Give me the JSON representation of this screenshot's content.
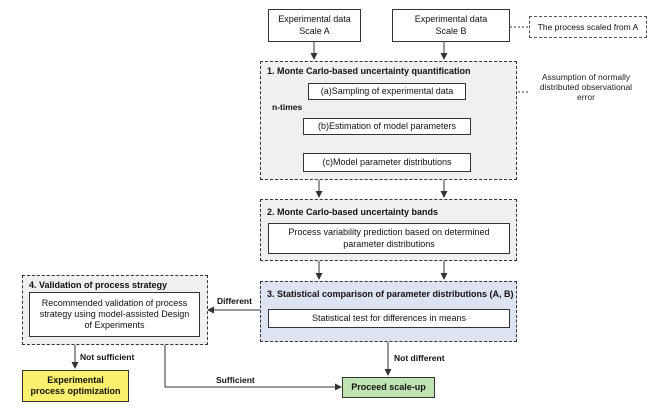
{
  "nodes": {
    "exp_a": "Experimental data\nScale A",
    "exp_b": "Experimental data\nScale B",
    "note_scaled": "The process scaled from A",
    "note_assumption": "Assumption of normally\ndistributed observational\nerror",
    "g1_title": "1. Monte Carlo-based uncertainty quantification",
    "g1a": "(a)Sampling of experimental data",
    "g1b": "(b)Estimation of model parameters",
    "g1c": "(c)Model parameter distributions",
    "ntimes": "n-times",
    "g2_title": "2. Monte Carlo-based uncertainty bands",
    "g2_box": "Process variability prediction based on determined\nparameter distributions",
    "g3_title": "3. Statistical comparison of parameter distributions (A, B)",
    "g3_box": "Statistical test for differences in means",
    "g4_title": "4. Validation of process strategy",
    "g4_box": "Recommended validation of process\nstrategy using model-assisted Design\nof Experiments",
    "optim": "Experimental\nprocess optimization",
    "proceed": "Proceed scale-up"
  },
  "edge_labels": {
    "different": "Different",
    "not_different": "Not different",
    "not_sufficient": "Not sufficient",
    "sufficient": "Sufficient"
  },
  "colors": {
    "group_fill": "#f0f0f0",
    "group3_fill": "#dde3f1",
    "optim_fill": "#fbf06d",
    "proceed_fill": "#bfe4b2",
    "line": "#333333"
  }
}
